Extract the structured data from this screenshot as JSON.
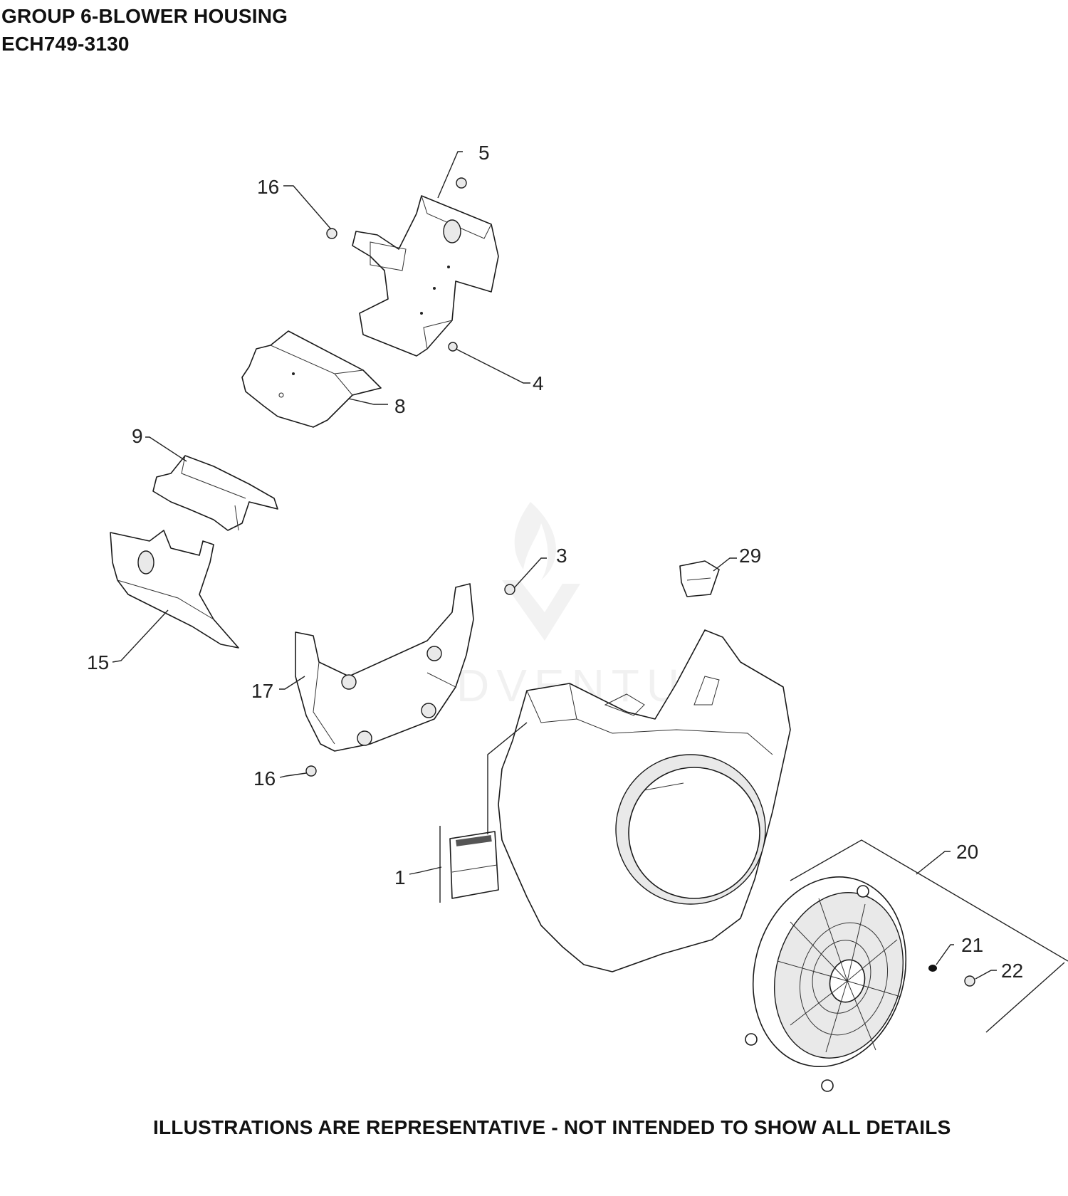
{
  "header": {
    "title_line1": "GROUP 6-BLOWER HOUSING",
    "title_line2": "ECH749-3130"
  },
  "footer": {
    "disclaimer": "ILLUSTRATIONS ARE REPRESENTATIVE - NOT INTENDED TO SHOW ALL DETAILS"
  },
  "watermark": {
    "text": "LEADVENTURE"
  },
  "callouts": {
    "c1": "1",
    "c3": "3",
    "c4": "4",
    "c5": "5",
    "c8": "8",
    "c9": "9",
    "c15": "15",
    "c16a": "16",
    "c16b": "16",
    "c17": "17",
    "c20": "20",
    "c21": "21",
    "c22": "22",
    "c29": "29"
  }
}
